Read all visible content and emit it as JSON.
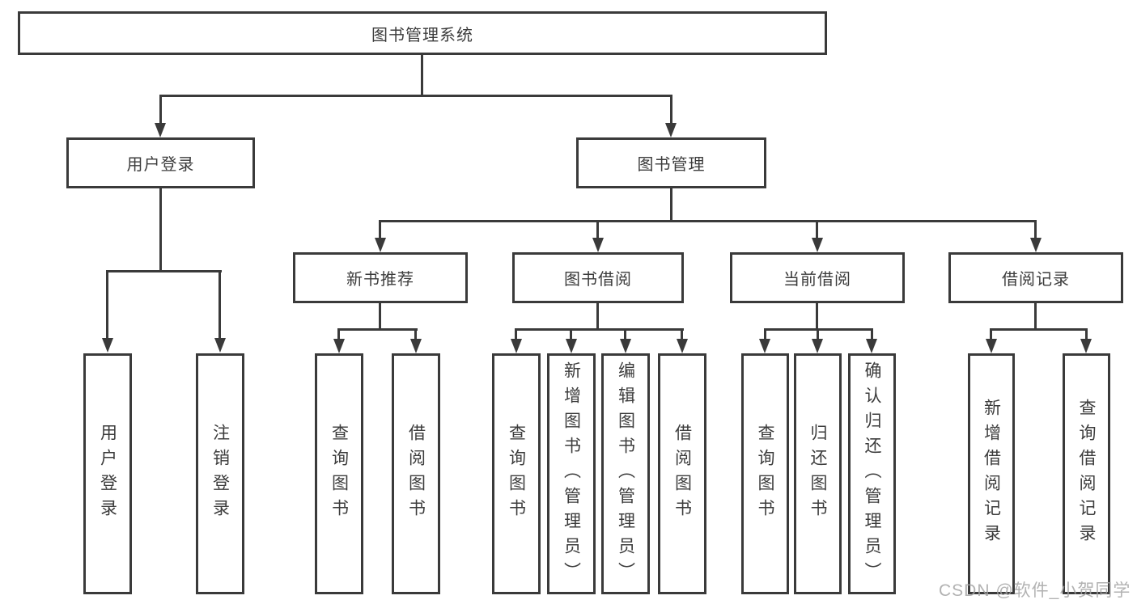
{
  "diagram": {
    "root": "图书管理系统",
    "level2": {
      "user_login": "用户登录",
      "book_mgmt": "图书管理"
    },
    "level3": {
      "new_book_rec": "新书推荐",
      "book_borrow": "图书借阅",
      "current_borrow": "当前借阅",
      "borrow_record": "借阅记录"
    },
    "leaves": {
      "user_login": "用户登录",
      "logout": "注销登录",
      "rec_query_book": "查询图书",
      "rec_borrow_book": "借阅图书",
      "bb_query_book": "查询图书",
      "bb_add_book": "新增图书（管理员）",
      "bb_edit_book": "编辑图书（管理员）",
      "bb_borrow_book": "借阅图书",
      "cur_query_book": "查询图书",
      "cur_return_book": "归还图书",
      "cur_confirm_return": "确认归还（管理员）",
      "rl_add_record": "新增借阅记录",
      "rl_query_record": "查询借阅记录"
    }
  },
  "watermark": {
    "text": "CSDN @软件_小贺同学"
  },
  "colors": {
    "line": "#3a3a3a",
    "box_border": "#3a3a3a",
    "text": "#3c3c3c",
    "watermark": "#a5a5a5",
    "background": "#ffffff"
  }
}
